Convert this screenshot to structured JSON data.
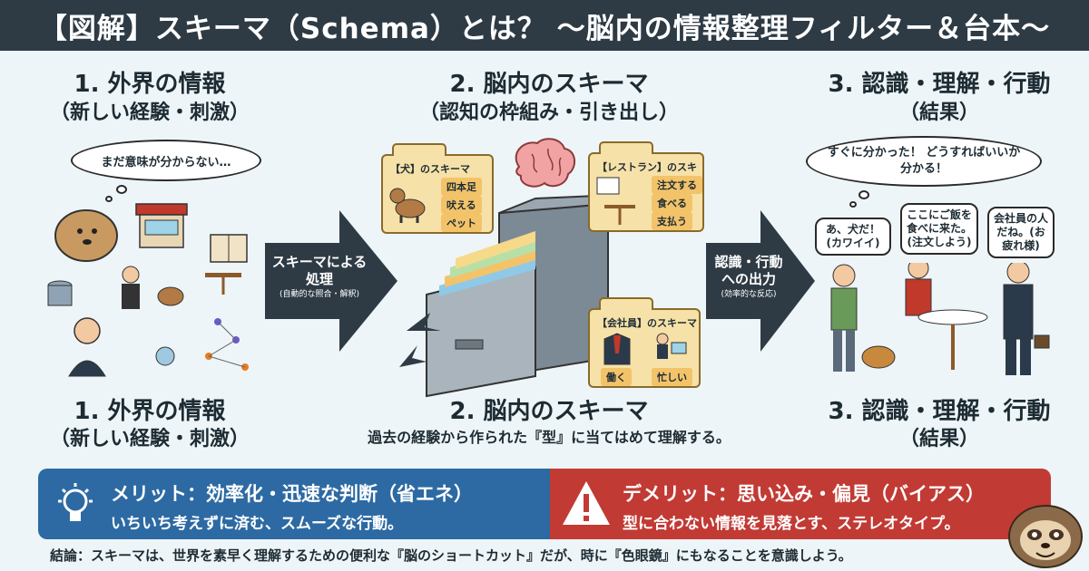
{
  "title": "【図解】スキーマ（Schema）とは？ 〜脳内の情報整理フィルター＆台本〜",
  "col1": {
    "heading": "1. 外界の情報",
    "sub": "（新しい経験・刺激）",
    "thought": "まだ意味が分からない…"
  },
  "col2": {
    "heading": "2. 脳内のスキーマ",
    "sub": "（認知の枠組み・引き出し）"
  },
  "col3": {
    "heading": "3. 認識・理解・行動",
    "sub": "（結果）",
    "thought": "すぐに分かった！ どうすればいいか分かる！"
  },
  "arrow1": {
    "label": "スキーマによる処理",
    "sub": "(自動的な照合・解釈)"
  },
  "arrow2": {
    "label": "認識・行動への出力",
    "sub": "(効率的な反応)"
  },
  "folders": {
    "dog": {
      "title": "【犬】のスキーマ",
      "tags": [
        "四本足",
        "吠える",
        "ペット"
      ]
    },
    "restaurant": {
      "title": "【レストラン】のスキーマ",
      "tags": [
        "注文する",
        "食べる",
        "支払う"
      ]
    },
    "employee": {
      "title": "【会社員】のスキーマ",
      "tags": [
        "働く",
        "忙しい"
      ]
    }
  },
  "speech": {
    "dog": "あ、犬だ！ (カワイイ)",
    "restaurant": "ここにご飯を食べに来た。(注文しよう)",
    "employee": "会社員の人だね。(お疲れ様)"
  },
  "bottom": {
    "col1_heading": "1. 外界の情報",
    "col1_sub": "（新しい経験・刺激）",
    "col2_heading": "2. 脳内のスキーマ",
    "col2_sub": "過去の経験から作られた『型』に当てはめて理解する。",
    "col3_heading": "3. 認識・理解・行動",
    "col3_sub": "（結果）"
  },
  "merit": {
    "title": "メリット：効率化・迅速な判断（省エネ）",
    "sub": "いちいち考えずに済む、スムーズな行動。"
  },
  "demerit": {
    "title": "デメリット：思い込み・偏見（バイアス）",
    "sub": "型に合わない情報を見落とす、ステレオタイプ。"
  },
  "conclusion": "結論：スキーマは、世界を素早く理解するための便利な『脳のショートカット』だが、時に『色眼鏡』にもなることを意識しよう。",
  "colors": {
    "title_bg": "#2e3b45",
    "arrow": "#2e3b45",
    "merit": "#2d6aa3",
    "demerit": "#c23a34",
    "folder": "#f6e1a8"
  }
}
